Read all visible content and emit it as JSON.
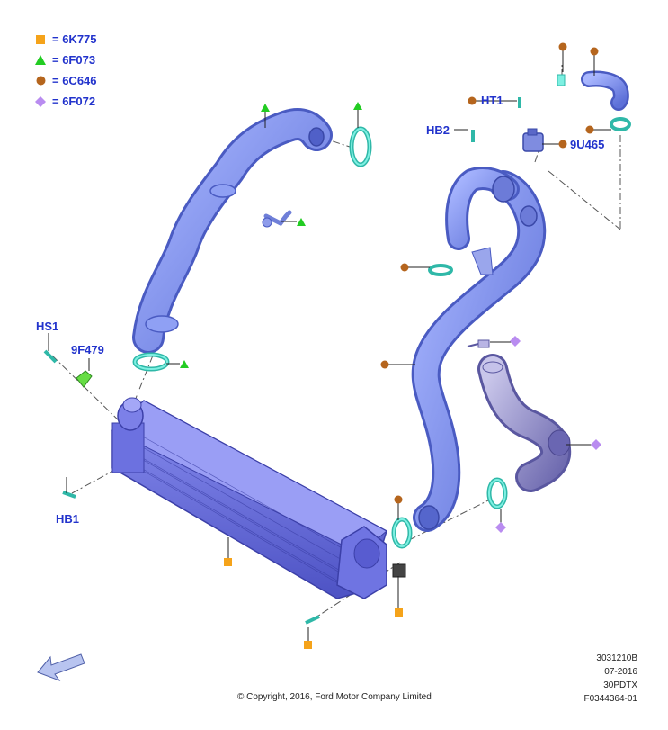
{
  "legend": [
    {
      "symbol": "square",
      "color": "#f5a31a",
      "label": "= 6K775"
    },
    {
      "symbol": "triangle",
      "color": "#22cc22",
      "label": "= 6F073"
    },
    {
      "symbol": "circle",
      "color": "#b5651d",
      "label": "= 6C646"
    },
    {
      "symbol": "diamond",
      "color": "#b98cf0",
      "label": "= 6F072"
    }
  ],
  "callouts": {
    "hs1": "HS1",
    "f479": "9F479",
    "hb1": "HB1",
    "hb2": "HB2",
    "ht1": "HT1",
    "u465": "9U465"
  },
  "footer": {
    "code1": "3031210B",
    "code2": "07-2016",
    "code3": "30PDTX",
    "code4": "F0344364-01",
    "copyright": "© Copyright, 2016, Ford Motor Company Limited"
  },
  "colors": {
    "label": "#2233cc",
    "hose": "#7b8fe8",
    "intercooler": "#5b5fd6",
    "clamp": "#3fd4c4",
    "duct": "#8b86c9"
  },
  "icons": [
    "navigation-arrow-icon"
  ]
}
